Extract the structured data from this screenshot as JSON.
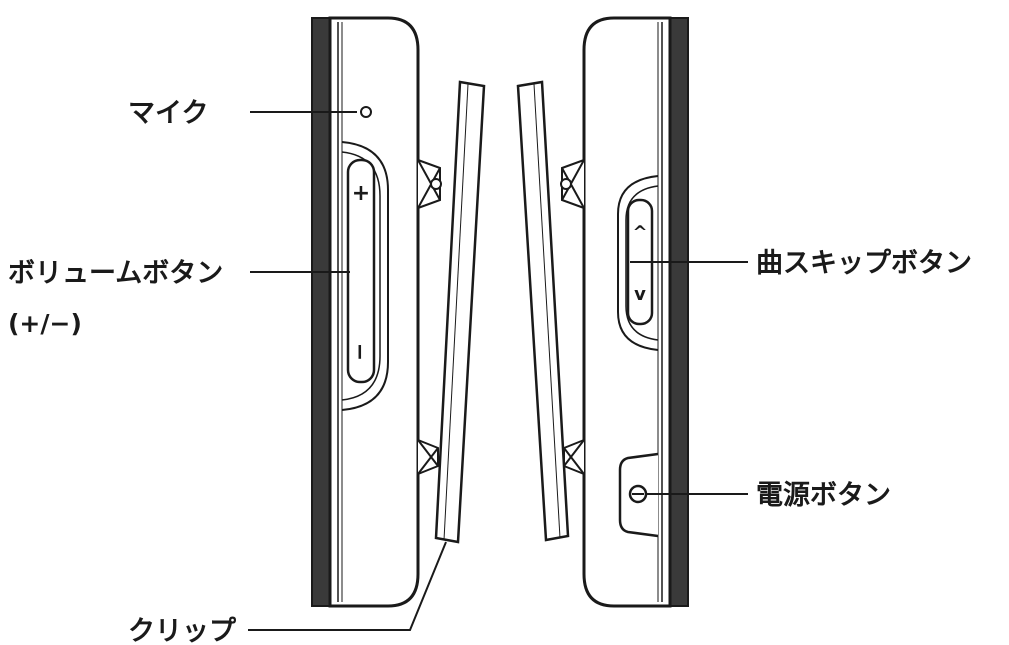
{
  "labels": {
    "mic": "マイク",
    "volume_button": "ボリュームボタン",
    "volume_sub": "(+/−)",
    "clip": "クリップ",
    "skip_button": "曲スキップボタン",
    "power_button": "電源ボタン"
  },
  "button_marks": {
    "plus": "+",
    "minus": "−",
    "up": "^",
    "down": "v"
  },
  "colors": {
    "outline": "#1a1a1a",
    "dark_panel": "#3a3a3a",
    "background": "#ffffff"
  }
}
